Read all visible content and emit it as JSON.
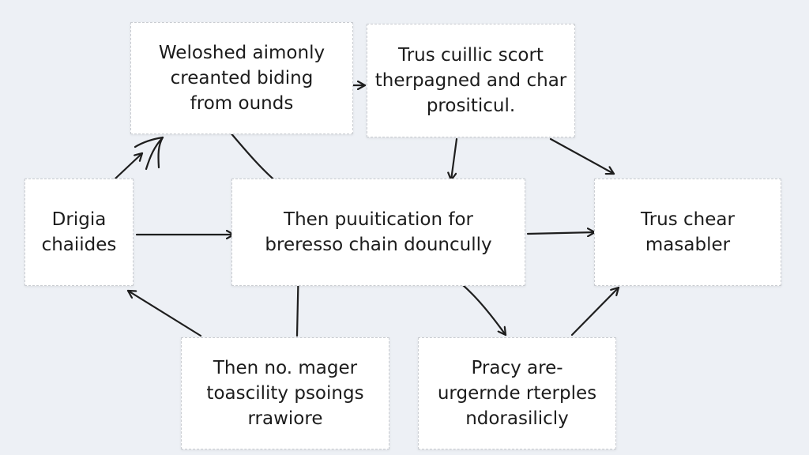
{
  "nodes": {
    "n1": {
      "lines": [
        "Weloshed aimonly",
        "creanted biding",
        "from ounds"
      ]
    },
    "n2": {
      "lines": [
        "Trus cuillic scort",
        "therpagned and char",
        "prositicul."
      ]
    },
    "n3": {
      "lines": [
        "Drigia",
        "chaiides"
      ]
    },
    "n4": {
      "lines": [
        "Then puuitication for",
        "breresso chain douncully"
      ]
    },
    "n5": {
      "lines": [
        "Trus chear",
        "masabler"
      ]
    },
    "n6": {
      "lines": [
        "Then no. mager",
        "toascility psoings",
        "rrawiore"
      ]
    },
    "n7": {
      "lines": [
        "Pracy are-",
        "urgernde rterples",
        "ndorasilicly"
      ]
    }
  },
  "colors": {
    "background": "#edf0f5",
    "node_fill": "#ffffff",
    "node_border": "#c9ccd1",
    "arrow": "#1e1e1e",
    "text": "#1c1c1c"
  }
}
